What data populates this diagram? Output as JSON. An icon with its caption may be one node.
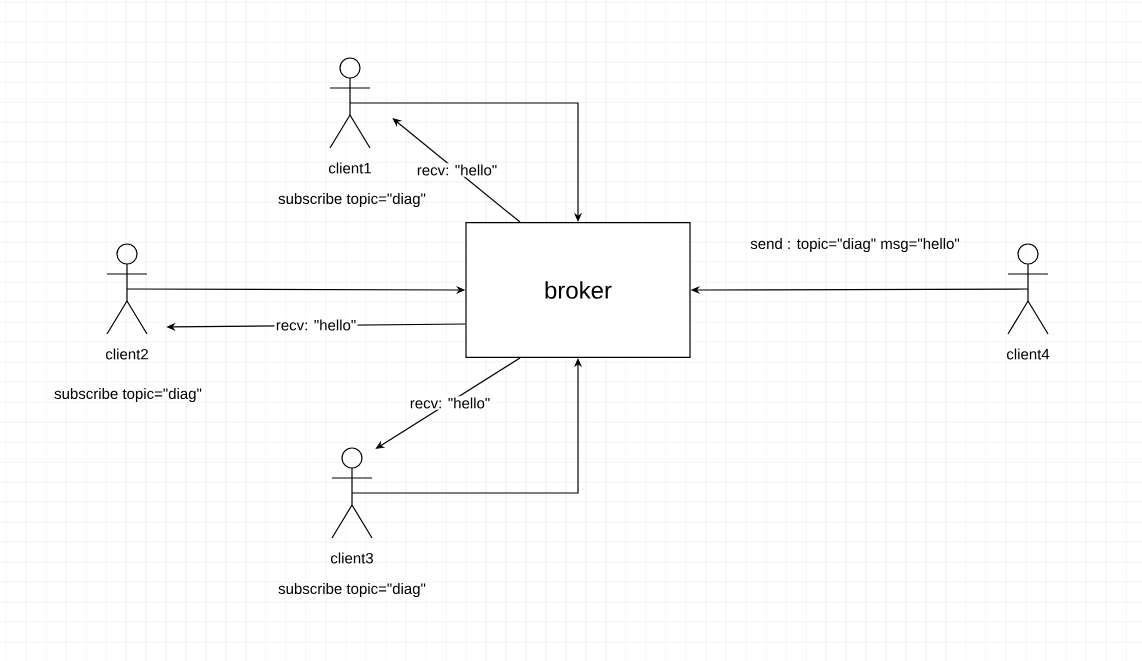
{
  "diagram": {
    "nodes": [
      {
        "text": [
          "client1"
        ],
        "beside": [
          "subscribe topic=\"diag\""
        ]
      },
      {
        "text": [
          "client2"
        ],
        "beside": [
          "subscribe topic=\"diag\""
        ]
      },
      {
        "text": [
          "broker"
        ]
      },
      {
        "text": [
          "client4"
        ]
      },
      {
        "text": [
          "client3"
        ],
        "beside": [
          "subscribe topic=\"diag\""
        ]
      }
    ],
    "edges": [
      {
        "from": 0,
        "to": 2,
        "arrow": "to"
      },
      {
        "from": 2,
        "to": 0,
        "arrow": "to",
        "label": "recv: \"hello\""
      },
      {
        "from": 1,
        "to": 2,
        "arrow": "to"
      },
      {
        "from": 2,
        "to": 1,
        "arrow": "to",
        "label": "recv: \"hello\""
      },
      {
        "from": 3,
        "to": 2,
        "arrow": "to"
      },
      {
        "from": 4,
        "to": 2,
        "arrow": "to"
      },
      {
        "from": 2,
        "to": 4,
        "arrow": "to",
        "label": "recv: \"hello\""
      }
    ],
    "labels": [
      "send : topic=\"diag\" msg=\"hello\""
    ]
  }
}
